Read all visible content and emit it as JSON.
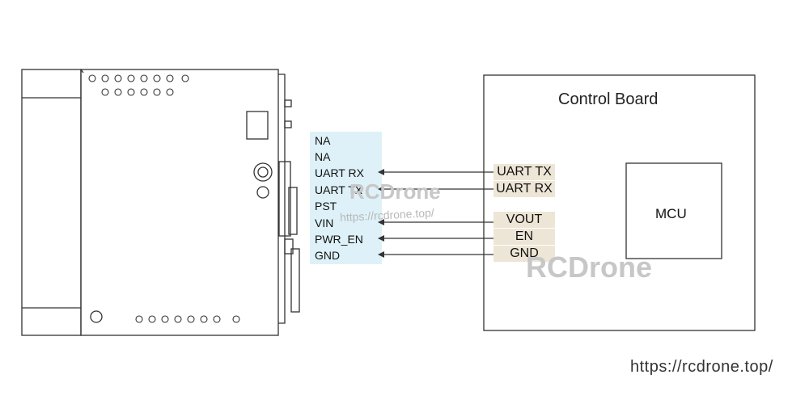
{
  "module": {
    "pins": [
      "NA",
      "NA",
      "UART RX",
      "UART TX",
      "PST",
      "VIN",
      "PWR_EN",
      "GND"
    ]
  },
  "control_board": {
    "title": "Control Board",
    "pins": [
      "UART TX",
      "UART RX",
      "VOUT",
      "EN",
      "GND"
    ],
    "mcu_label": "MCU"
  },
  "watermarks": {
    "brand": "RCDrone",
    "brand_large": "RCDrone",
    "url_small": "https://rcdrone.top/"
  },
  "footer": {
    "url": "https://rcdrone.top/"
  },
  "colors": {
    "pin_panel": "#def1f8",
    "cb_label_bg": "#ede6d6",
    "line": "#333333",
    "watermark": "#c7c7c7"
  }
}
